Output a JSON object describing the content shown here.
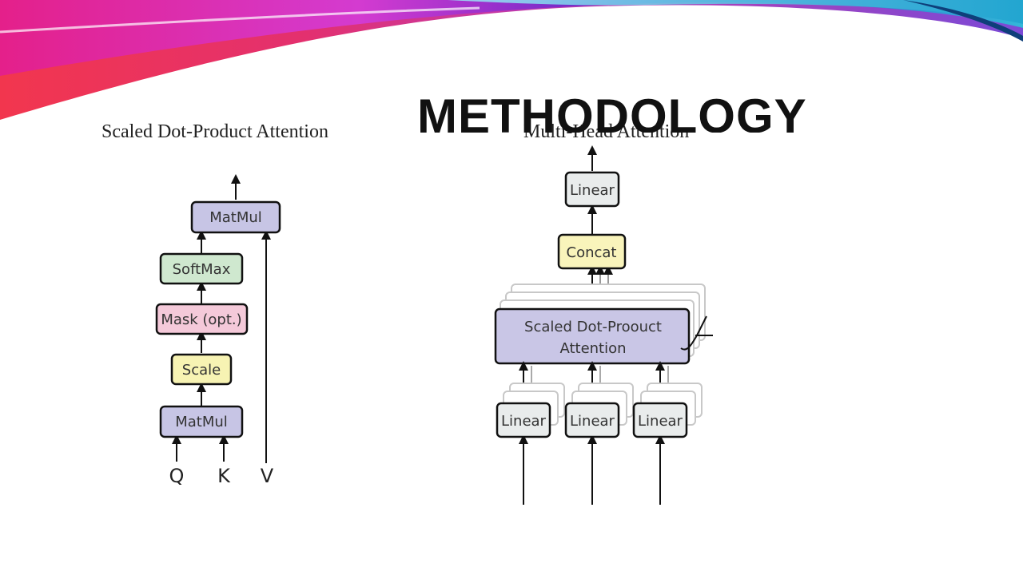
{
  "slide": {
    "title": "METHODOLOGY"
  },
  "left_diagram": {
    "caption": "Scaled Dot-Product Attention",
    "blocks": {
      "matmul_top": "MatMul",
      "softmax": "SoftMax",
      "mask": "Mask (opt.)",
      "scale": "Scale",
      "matmul_bottom": "MatMul"
    },
    "inputs": {
      "q": "Q",
      "k": "K",
      "v": "V"
    }
  },
  "right_diagram": {
    "caption": "Multi-Head Attention",
    "blocks": {
      "linear_top": "Linear",
      "concat": "Concat",
      "attention_line1": "Scaled Dot-Proouct",
      "attention_line2": "Attention",
      "linear_1": "Linear",
      "linear_2": "Linear",
      "linear_3": "Linear"
    }
  },
  "colors": {
    "matmul": "#c7c5e5",
    "softmax": "#cfe8cf",
    "mask": "#f4c9d9",
    "scale": "#f7f3b3",
    "linear": "#e9ecec",
    "concat": "#f9f4bb",
    "attention": "#c9c6e6"
  }
}
